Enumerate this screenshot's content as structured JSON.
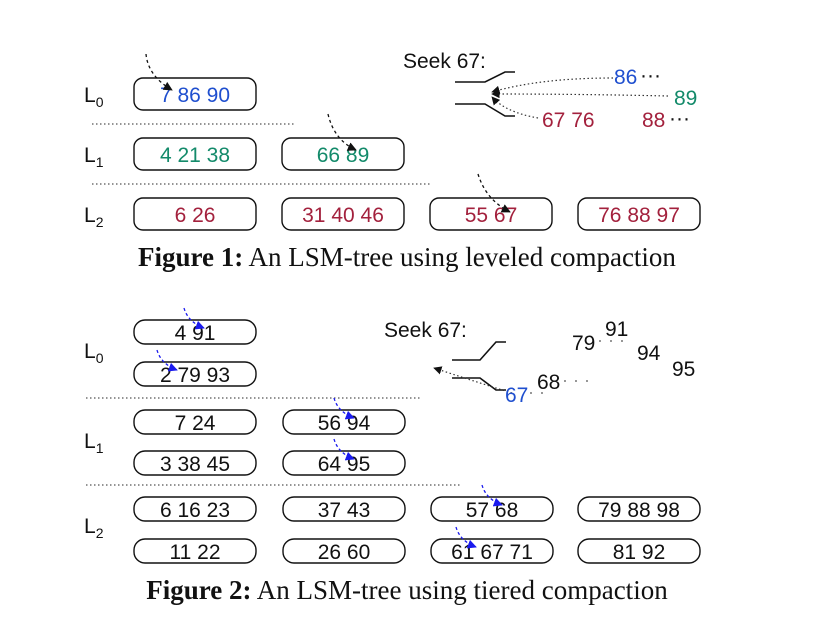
{
  "colors": {
    "blue": "#1f4fcf",
    "green": "#138a6a",
    "red": "#a3213d",
    "black": "#111111",
    "gray": "#888888",
    "arrow_blue": "#1a1aee"
  },
  "fig1": {
    "caption_label": "Figure 1:",
    "caption_text": "An LSM-tree using leveled compaction",
    "seek_label": "Seek 67:",
    "levels": [
      {
        "name": "L",
        "sub": "0"
      },
      {
        "name": "L",
        "sub": "1"
      },
      {
        "name": "L",
        "sub": "2"
      }
    ],
    "runs": [
      {
        "level": 0,
        "text": "7 86 90",
        "color": "blue"
      },
      {
        "level": 1,
        "text": "4 21 38",
        "color": "green"
      },
      {
        "level": 1,
        "text": "66 89",
        "color": "green"
      },
      {
        "level": 2,
        "text": "6 26",
        "color": "red"
      },
      {
        "level": 2,
        "text": "31 40 46",
        "color": "red"
      },
      {
        "level": 2,
        "text": "55 67",
        "color": "red"
      },
      {
        "level": 2,
        "text": "76 88 97",
        "color": "red"
      }
    ],
    "streams": [
      {
        "text": "86",
        "color": "blue"
      },
      {
        "text": "89",
        "color": "green"
      },
      {
        "text": "67 76",
        "color": "red"
      },
      {
        "text": "88",
        "color": "red"
      }
    ]
  },
  "fig2": {
    "caption_label": "Figure 2:",
    "caption_text": "An LSM-tree using tiered compaction",
    "seek_label": "Seek 67:",
    "levels": [
      {
        "name": "L",
        "sub": "0"
      },
      {
        "name": "L",
        "sub": "1"
      },
      {
        "name": "L",
        "sub": "2"
      }
    ],
    "runs": [
      {
        "level": 0,
        "text": "4 91"
      },
      {
        "level": 0,
        "text": "2 79 93"
      },
      {
        "level": 1,
        "text": "7 24"
      },
      {
        "level": 1,
        "text": "56 94"
      },
      {
        "level": 1,
        "text": "3 38 45"
      },
      {
        "level": 1,
        "text": "64 95"
      },
      {
        "level": 2,
        "text": "6 16 23"
      },
      {
        "level": 2,
        "text": "37 43"
      },
      {
        "level": 2,
        "text": "57 68"
      },
      {
        "level": 2,
        "text": "79 88 98"
      },
      {
        "level": 2,
        "text": "11 22"
      },
      {
        "level": 2,
        "text": "26 60"
      },
      {
        "level": 2,
        "text": "61 67 71"
      },
      {
        "level": 2,
        "text": "81 92"
      }
    ],
    "heap_values": [
      "67",
      "68",
      "79",
      "91",
      "94",
      "95"
    ]
  }
}
